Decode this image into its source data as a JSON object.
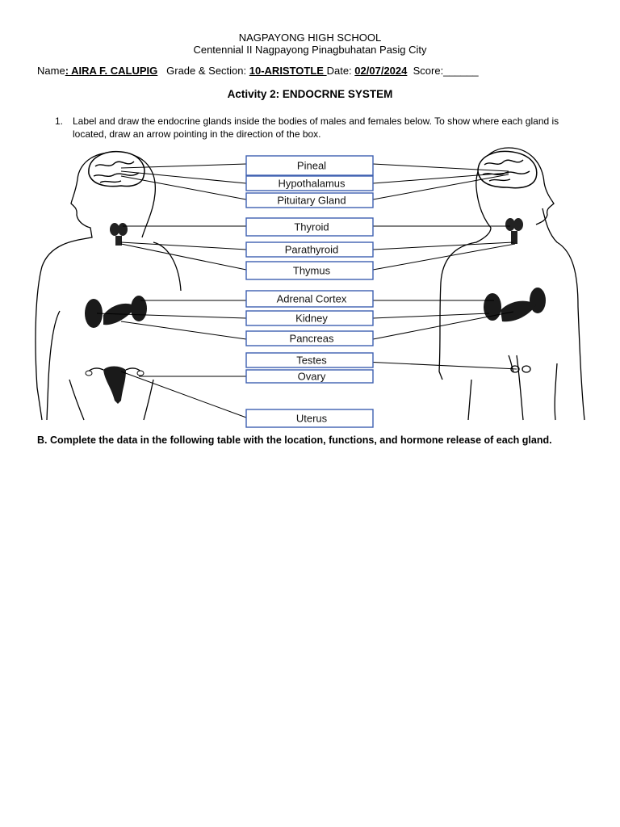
{
  "header": {
    "school": "NAGPAYONG HIGH SCHOOL",
    "address": "Centennial II Nagpayong Pinagbuhatan Pasig City"
  },
  "student_info": {
    "name_label": "Name",
    "name_value": ": AIRA F. CALUPIG",
    "grade_label": "Grade & Section:",
    "grade_value": "10-ARISTOTLE ",
    "date_label": "Date:",
    "date_value": "02/07/2024",
    "score_label": "Score:______"
  },
  "activity_title": "Activity 2: ENDOCRNE SYSTEM",
  "instruction": {
    "number": "1.",
    "text": "Label and draw the endocrine glands inside the bodies of males and females below. To show where each gland is located, draw an arrow pointing in the direction of the box."
  },
  "gland_labels": [
    "Pineal",
    "Hypothalamus",
    "Pituitary Gland",
    "Thyroid",
    "Parathyroid",
    "Thymus",
    "Adrenal Cortex",
    "Kidney",
    "Pancreas",
    "Testes",
    "Ovary",
    "Uterus"
  ],
  "section_b": "B. Complete the data in the following table with the location, functions, and hormone release of each gland.",
  "colors": {
    "box_border": "#3d5fb0",
    "ink": "#000000"
  }
}
